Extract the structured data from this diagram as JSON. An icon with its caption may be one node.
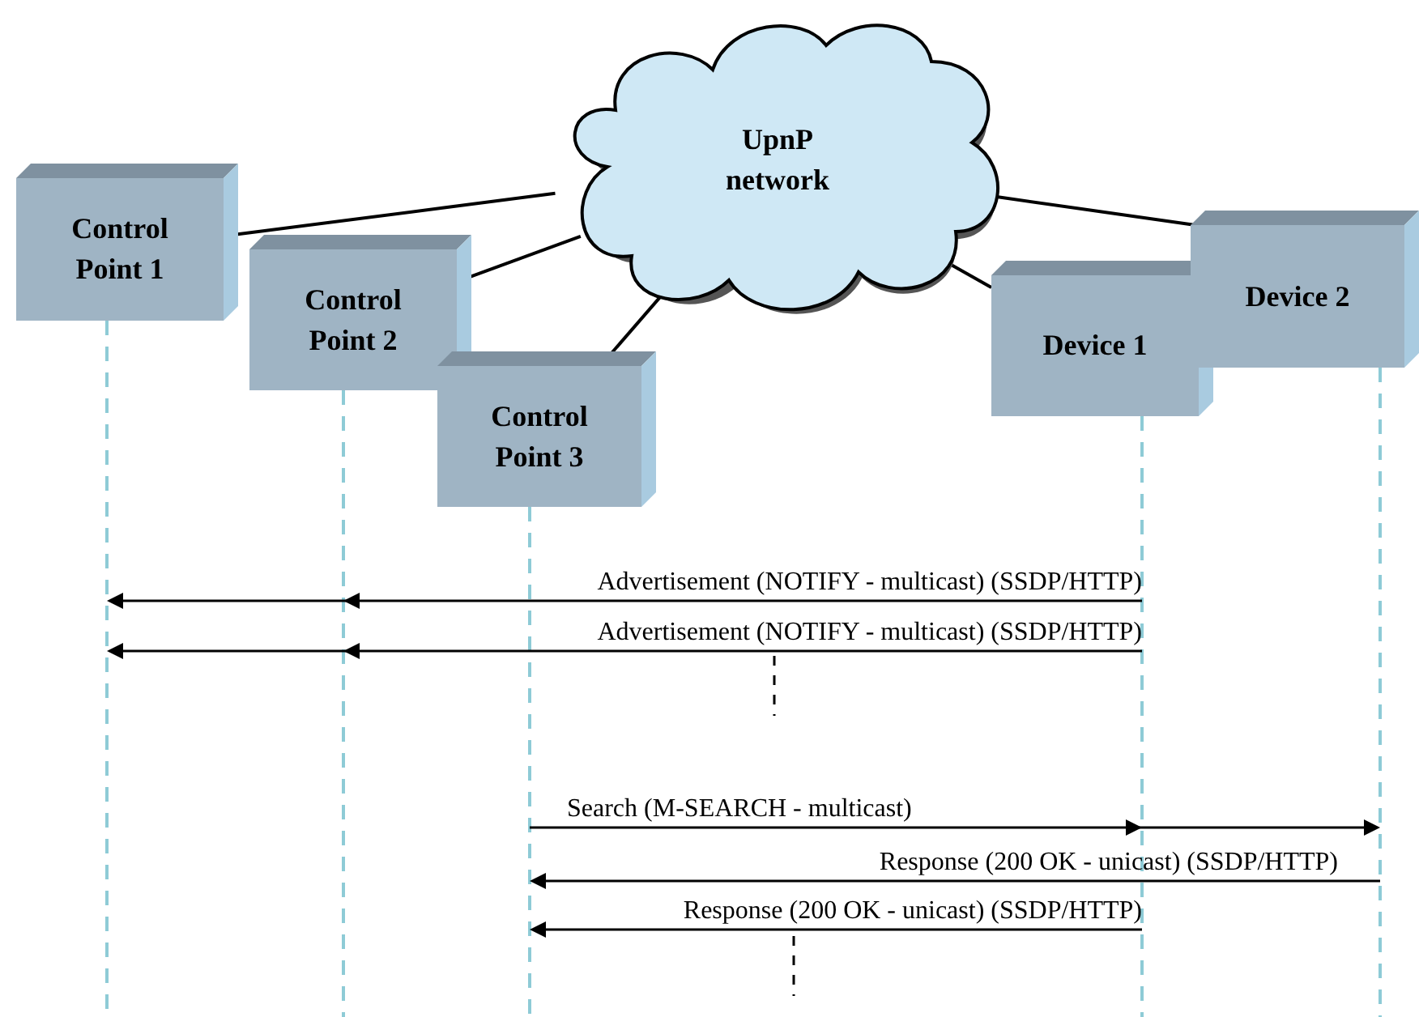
{
  "diagram": {
    "nodes": [
      {
        "text": [
          "UpnP network"
        ]
      },
      {
        "text": [
          "Control Point 1"
        ]
      },
      {
        "text": [
          "Control Point 2"
        ]
      },
      {
        "text": [
          "Control Point 3"
        ]
      },
      {
        "text": [
          "Device 1"
        ]
      },
      {
        "text": [
          "Device 2"
        ]
      }
    ],
    "edges": [
      {
        "from": 0,
        "to": 1,
        "arrow": "none"
      },
      {
        "from": 0,
        "to": 2,
        "arrow": "none"
      },
      {
        "from": 0,
        "to": 3,
        "arrow": "none"
      },
      {
        "from": 0,
        "to": 4,
        "arrow": "none"
      },
      {
        "from": 0,
        "to": 5,
        "arrow": "none"
      }
    ],
    "labels": [
      "Advertisement (NOTIFY - multicast) (SSDP/HTTP)",
      "Advertisement (NOTIFY - multicast) (SSDP/HTTP)",
      "Search (M-SEARCH - multicast)",
      "Response (200 OK - unicast) (SSDP/HTTP)",
      "Response (200 OK - unicast) (SSDP/HTTP)"
    ]
  }
}
